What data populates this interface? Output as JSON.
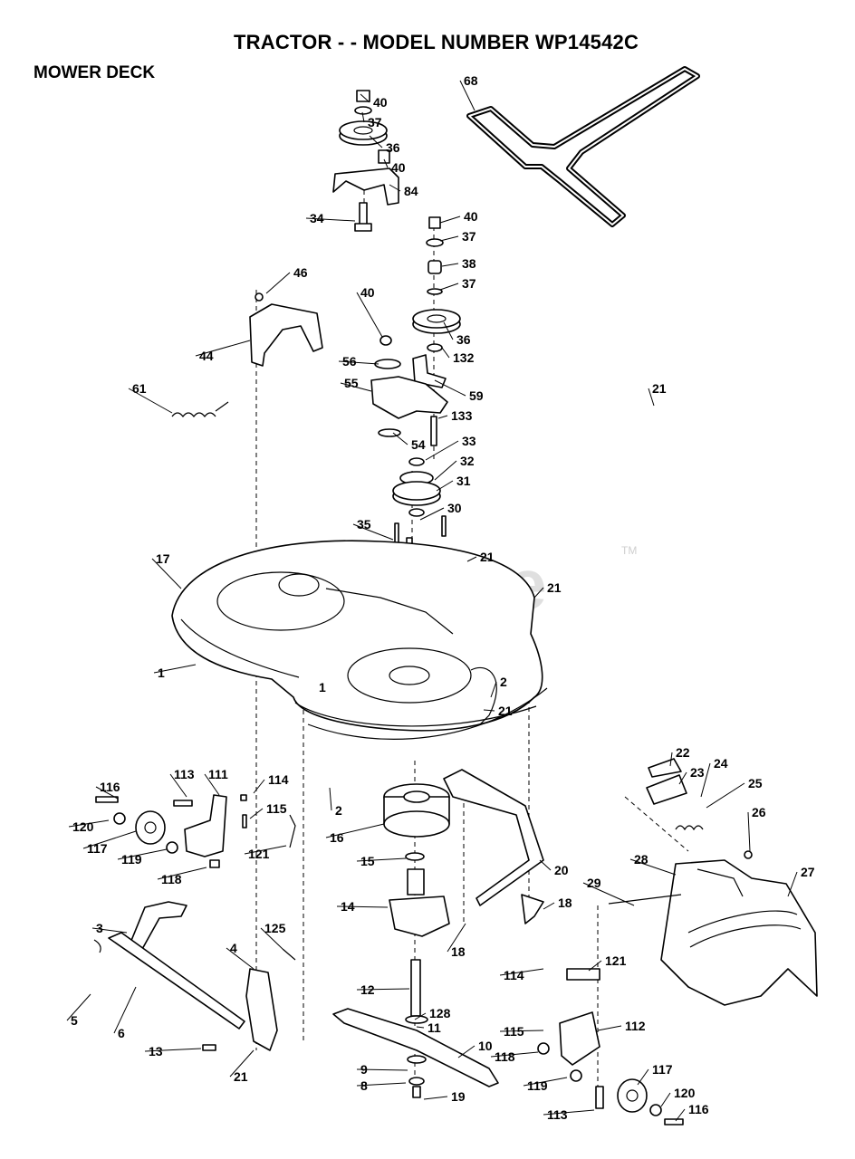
{
  "title": "TRACTOR - - MODEL NUMBER WP14542C",
  "subtitle": "MOWER DECK",
  "watermark": {
    "text": "PartsTree",
    "trademark": "TM"
  },
  "deck_mark": "1",
  "callouts": [
    "40",
    "37",
    "36",
    "40",
    "84",
    "34",
    "68",
    "40",
    "37",
    "38",
    "37",
    "36",
    "132",
    "46",
    "44",
    "40",
    "56",
    "59",
    "55",
    "133",
    "61",
    "54",
    "33",
    "32",
    "31",
    "30",
    "35",
    "21",
    "17",
    "21",
    "1",
    "2",
    "21",
    "21",
    "22",
    "23",
    "24",
    "25",
    "26",
    "28",
    "27",
    "29",
    "2",
    "16",
    "15",
    "20",
    "18",
    "14",
    "18",
    "116",
    "113",
    "111",
    "114",
    "115",
    "120",
    "117",
    "119",
    "121",
    "118",
    "3",
    "125",
    "4",
    "5",
    "6",
    "13",
    "12",
    "128",
    "11",
    "10",
    "9",
    "8",
    "19",
    "21",
    "114",
    "121",
    "115",
    "112",
    "118",
    "119",
    "117",
    "120",
    "116",
    "113"
  ]
}
